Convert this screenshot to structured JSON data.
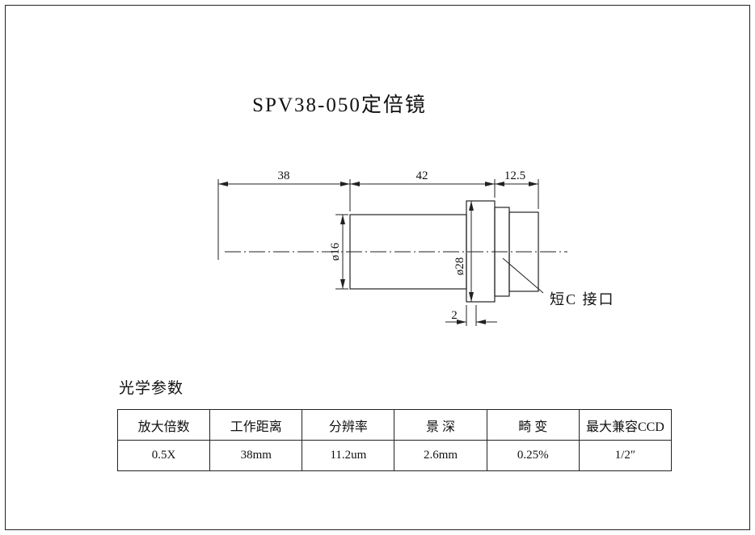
{
  "title": "SPV38-050定倍镜",
  "drawing": {
    "dim_38": "38",
    "dim_42": "42",
    "dim_12_5": "12.5",
    "dia_16": "ø16",
    "dia_28": "ø28",
    "dim_2": "2",
    "c_mount_label": "短C 接口"
  },
  "optical_params": {
    "caption": "光学参数",
    "headers": [
      "放大倍数",
      "工作距离",
      "分辨率",
      "景 深",
      "畸 变",
      "最大兼容CCD"
    ],
    "values": [
      "0.5X",
      "38mm",
      "11.2um",
      "2.6mm",
      "0.25%",
      "1/2″"
    ]
  }
}
